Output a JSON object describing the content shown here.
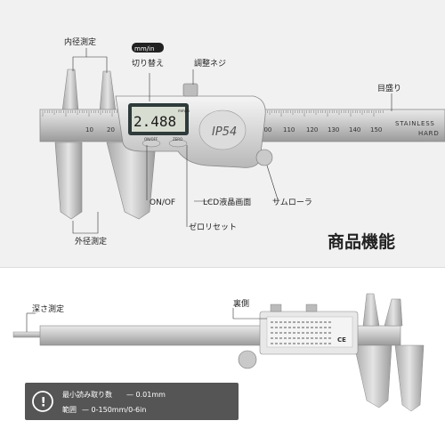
{
  "top_panel": {
    "labels": {
      "inner": "内径測定",
      "mode_badge": "mm/in",
      "switch": "切り替え",
      "adjust": "調整ネジ",
      "scale": "目盛り",
      "onoff": "ON/OF",
      "lcd": "LCD液晶画面",
      "roller": "サムローラ",
      "outer": "外径測定",
      "zero": "ゼロリセット",
      "title": "商品機能"
    },
    "beam_text": [
      "STAINLESS",
      "HARD"
    ],
    "scale_numbers": [
      "10",
      "20",
      "100",
      "110",
      "120",
      "130",
      "140",
      "150"
    ],
    "lcd_value": "2.488",
    "lcd_unit": "mm/in",
    "ip_mark": "IP54",
    "btn_left": "ON/OFF",
    "btn_right": "ZERO"
  },
  "bottom_panel": {
    "labels": {
      "depth": "深さ測定",
      "back": "裏側"
    },
    "info": {
      "row1_label": "最小読み取り数",
      "row1_value": "— 0.01mm",
      "row2_label": "範囲",
      "row2_value": "— 0-150mm/0-6in"
    }
  },
  "colors": {
    "top_bg": "#f1f1f1",
    "bottom_bg": "#ffffff",
    "info_bg": "#555555"
  }
}
